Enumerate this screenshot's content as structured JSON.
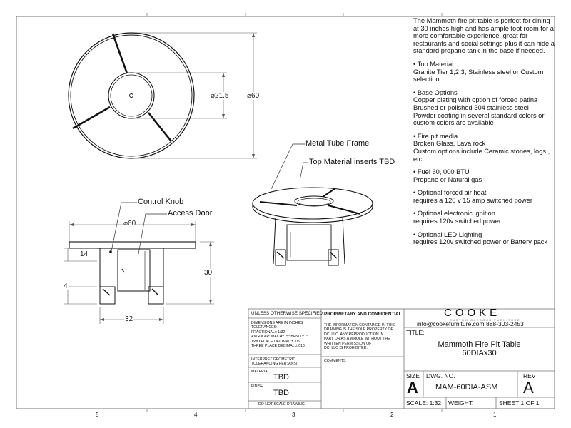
{
  "description": {
    "intro": "The Mammoth fire pit table is perfect for dining at 30 inches high and has ample foot room for a more comfortable experience,  great for restaurants and social settings plus it can hide a standard propane tank in the base if needed.",
    "top_material_head": "• Top Material",
    "top_material_text": "Granite Tier 1,2,3, Stainless steel or Custom selection",
    "base_head": "• Base Options",
    "base_l1": "Copper plating with option of forced patina",
    "base_l2": "Brushed or polished  304 stainless steel",
    "base_l3": "Powder coating in several standard colors or custom colors are available",
    "media_head": "• Fire pit media",
    "media_l1": "Broken Glass, Lava rock",
    "media_l2": "Custom options include Ceramic stones, logs , etc.",
    "fuel_l1": "• Fuel  60, 000 BTU",
    "fuel_l2": "Propane or Natural gas",
    "air_head": "• Optional forced air heat",
    "air_text": "requires a 120 v 15 amp switched power",
    "ign_head": "• Optional electronic ignition",
    "ign_text": "requires 120v switched power",
    "led_head": "• Optional LED Lighting",
    "led_text": "requires 120v switched power or Battery pack"
  },
  "callouts": {
    "metal_tube_frame": "Metal Tube Frame",
    "top_inserts": "Top Material inserts TBD",
    "control_knob": "Control Knob",
    "access_door": "Access Door"
  },
  "dimensions": {
    "inner_dia": "⌀21.5",
    "outer_dia": "⌀60",
    "side_dia": "⌀60",
    "height": "30",
    "top_offset": "14",
    "foot": "4",
    "base_width": "32"
  },
  "title_block": {
    "unless_head": "UNLESS OTHERWISE SPECIFIED:",
    "tol_l1": "DIMENSIONS ARE IN INCHES",
    "tol_l2": "TOLERANCES:",
    "tol_l3": "FRACTIONAL± 1/32",
    "tol_l4": "ANGULAR: MACH± .5°  BEND ±1°",
    "tol_l5": "TWO PLACE DECIMAL    ± .05",
    "tol_l6": "THREE PLACE DECIMAL  ±.010",
    "interp_l1": "INTERPRET GEOMETRIC",
    "interp_l2": "TOLERANCING PER: ANSI",
    "material_label": "MATERIAL",
    "material_value": "TBD",
    "finish_label": "FINISH",
    "finish_value": "TBD",
    "no_scale": "DO NOT SCALE DRAWING",
    "prop_head": "PROPRIETARY AND CONFIDENTIAL",
    "prop_l1": "THE INFORMATION CONTAINED IN THIS",
    "prop_l2": "DRAWING IS THE SOLE PROPERTY OF",
    "prop_l3": "DCI LLC. ANY REPRODUCTION IN",
    "prop_l4": "PART OR AS A WHOLE WITHOUT THE",
    "prop_l5": "WRITTEN PERMISSION OF",
    "prop_l6": "DCI LLC IS PROHIBITED.",
    "comments_label": "COMMENTS:",
    "company": "COOKE",
    "company_tag": "CUSTOM OUTDOOR FURNITURE",
    "contact": "info@cookefurniture.com 888-303-2453",
    "title_label": "TITLE:",
    "title_l1": "Mammoth Fire Pit Table",
    "title_l2": "60DIAx30",
    "size_label": "SIZE",
    "size_value": "A",
    "dwg_label": "DWG.  NO.",
    "dwg_value": "MAM-60DIA-ASM",
    "rev_label": "REV",
    "rev_value": "A",
    "scale": "SCALE: 1:32",
    "weight": "WEIGHT:",
    "sheet": "SHEET 1 OF 1"
  },
  "zones": [
    "5",
    "4",
    "3",
    "2",
    "1"
  ]
}
